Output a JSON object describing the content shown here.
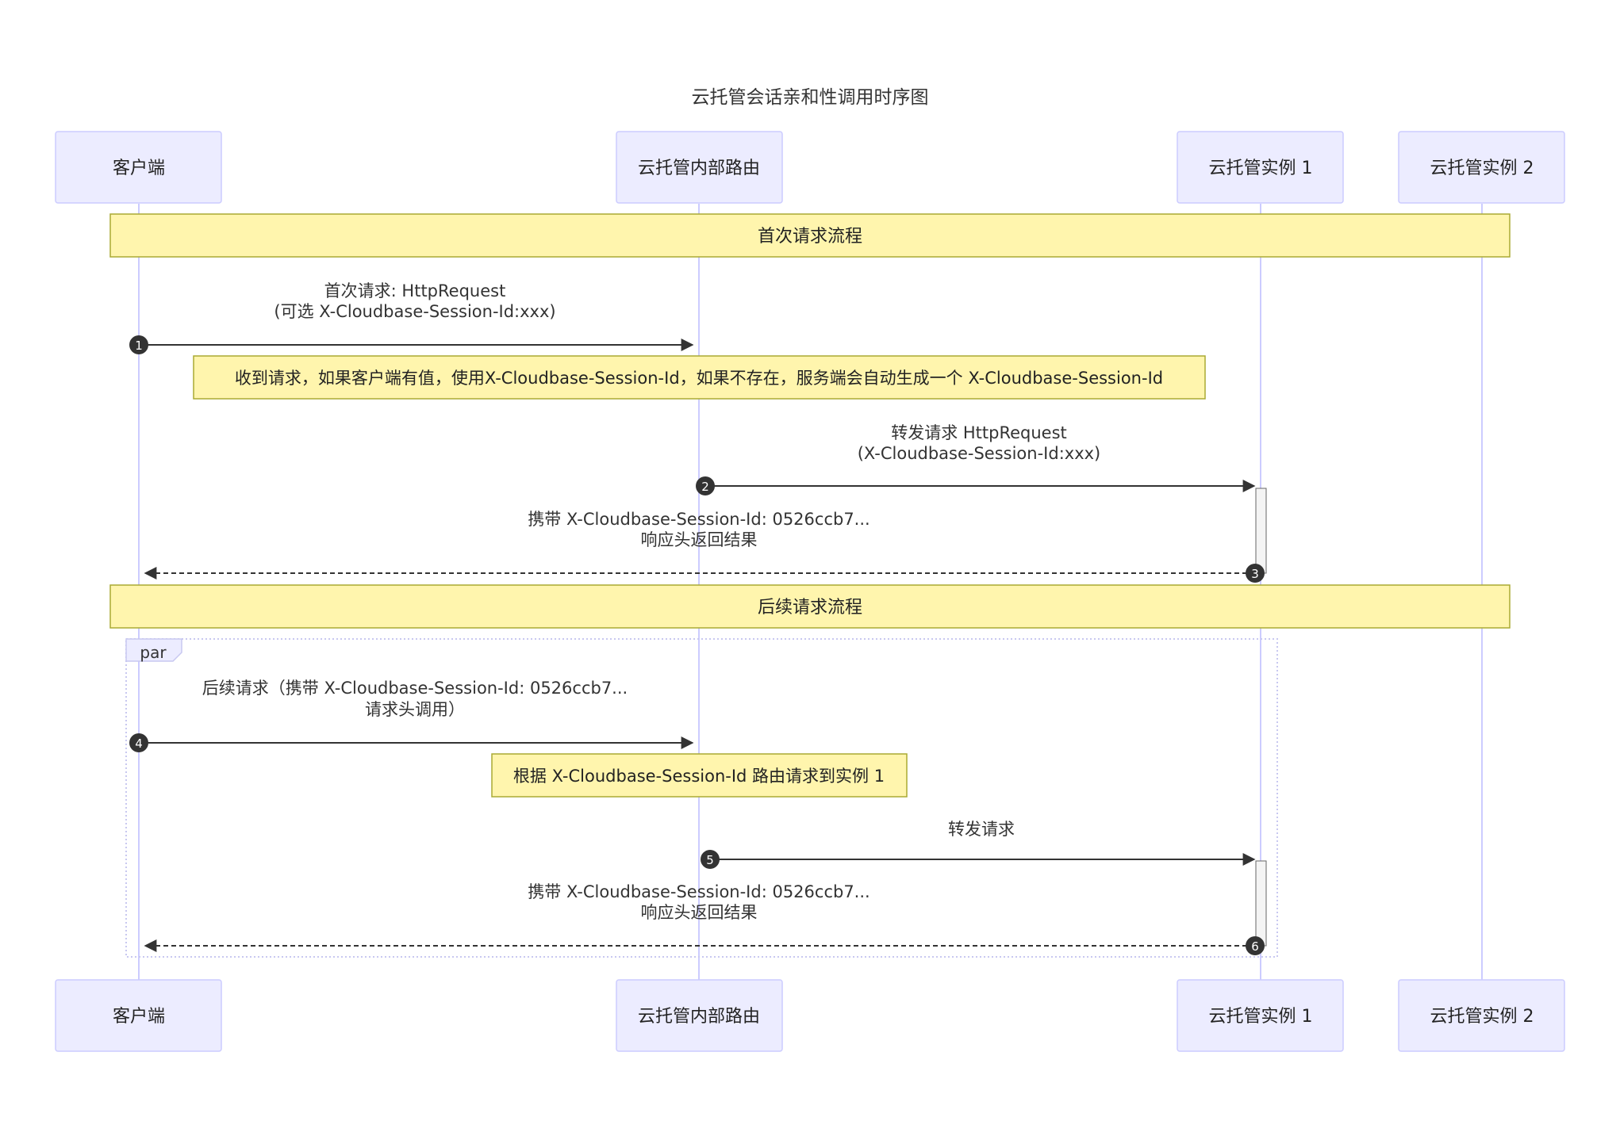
{
  "title": "云托管会话亲和性调用时序图",
  "participants": [
    {
      "id": "client",
      "label": "客户端"
    },
    {
      "id": "router",
      "label": "云托管内部路由"
    },
    {
      "id": "inst1",
      "label": "云托管实例 1"
    },
    {
      "id": "inst2",
      "label": "云托管实例 2"
    }
  ],
  "sections": [
    {
      "id": "first",
      "label": "首次请求流程"
    },
    {
      "id": "follow",
      "label": "后续请求流程"
    }
  ],
  "messages": [
    {
      "num": "1",
      "line1": "首次请求: HttpRequest",
      "line2": "(可选 X-Cloudbase-Session-Id:xxx)"
    },
    {
      "num": "2",
      "line1": "转发请求 HttpRequest",
      "line2": "(X-Cloudbase-Session-Id:xxx)"
    },
    {
      "num": "3",
      "line1": "携带 X-Cloudbase-Session-Id: 0526ccb7...",
      "line2": "响应头返回结果"
    },
    {
      "num": "4",
      "line1": "后续请求（携带 X-Cloudbase-Session-Id: 0526ccb7...",
      "line2": "请求头调用）"
    },
    {
      "num": "5",
      "line1": "转发请求",
      "line2": ""
    },
    {
      "num": "6",
      "line1": "携带 X-Cloudbase-Session-Id: 0526ccb7...",
      "line2": "响应头返回结果"
    }
  ],
  "notes": [
    "收到请求，如果客户端有值，使用X-Cloudbase-Session-Id，如果不存在，服务端会自动生成一个 X-Cloudbase-Session-Id",
    "根据 X-Cloudbase-Session-Id 路由请求到实例 1"
  ],
  "par_label": "par",
  "colors": {
    "actor_fill": "#ECECFF",
    "actor_stroke": "#CCCCFF",
    "lifeline": "#CCCCFF",
    "note_fill": "#FFF5AD",
    "note_stroke": "#AAAA33",
    "arrow": "#333333"
  }
}
